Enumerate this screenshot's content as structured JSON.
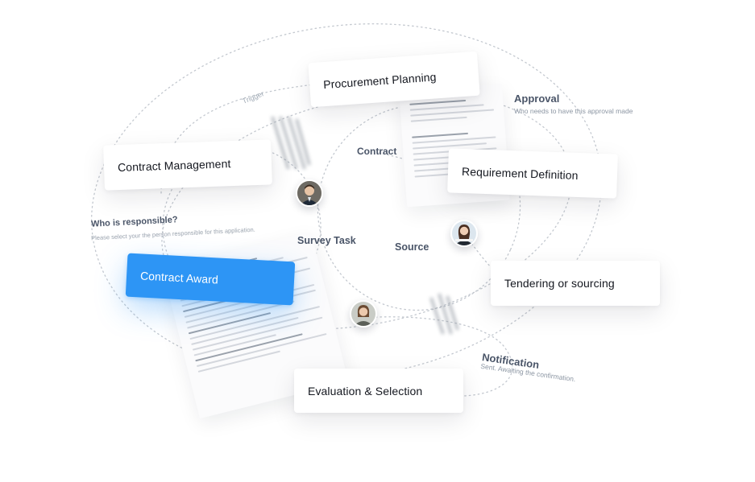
{
  "cards": {
    "procurement_planning": "Procurement Planning",
    "contract_management": "Contract Management",
    "requirement_definition": "Requirement Definition",
    "tendering_sourcing": "Tendering or sourcing",
    "contract_award": "Contract Award",
    "evaluation_selection": "Evaluation & Selection"
  },
  "labels": {
    "contract": "Contract",
    "survey_task": "Survey Task",
    "source": "Source",
    "trigger": "Trigger"
  },
  "annotations": {
    "approval_title": "Approval",
    "approval_sub": "Who needs to have this approval made",
    "responsible_title": "Who is responsible?",
    "responsible_sub": "Please select your the person responsible for this application.",
    "notification_title": "Notification",
    "notification_sub": "Sent. Awaiting the confirmation."
  },
  "colors": {
    "accent": "#2d95f5",
    "line": "#c3c8cf",
    "label": "#4a5568"
  },
  "avatars": [
    "man-avatar",
    "woman-avatar-1",
    "woman-avatar-2"
  ]
}
